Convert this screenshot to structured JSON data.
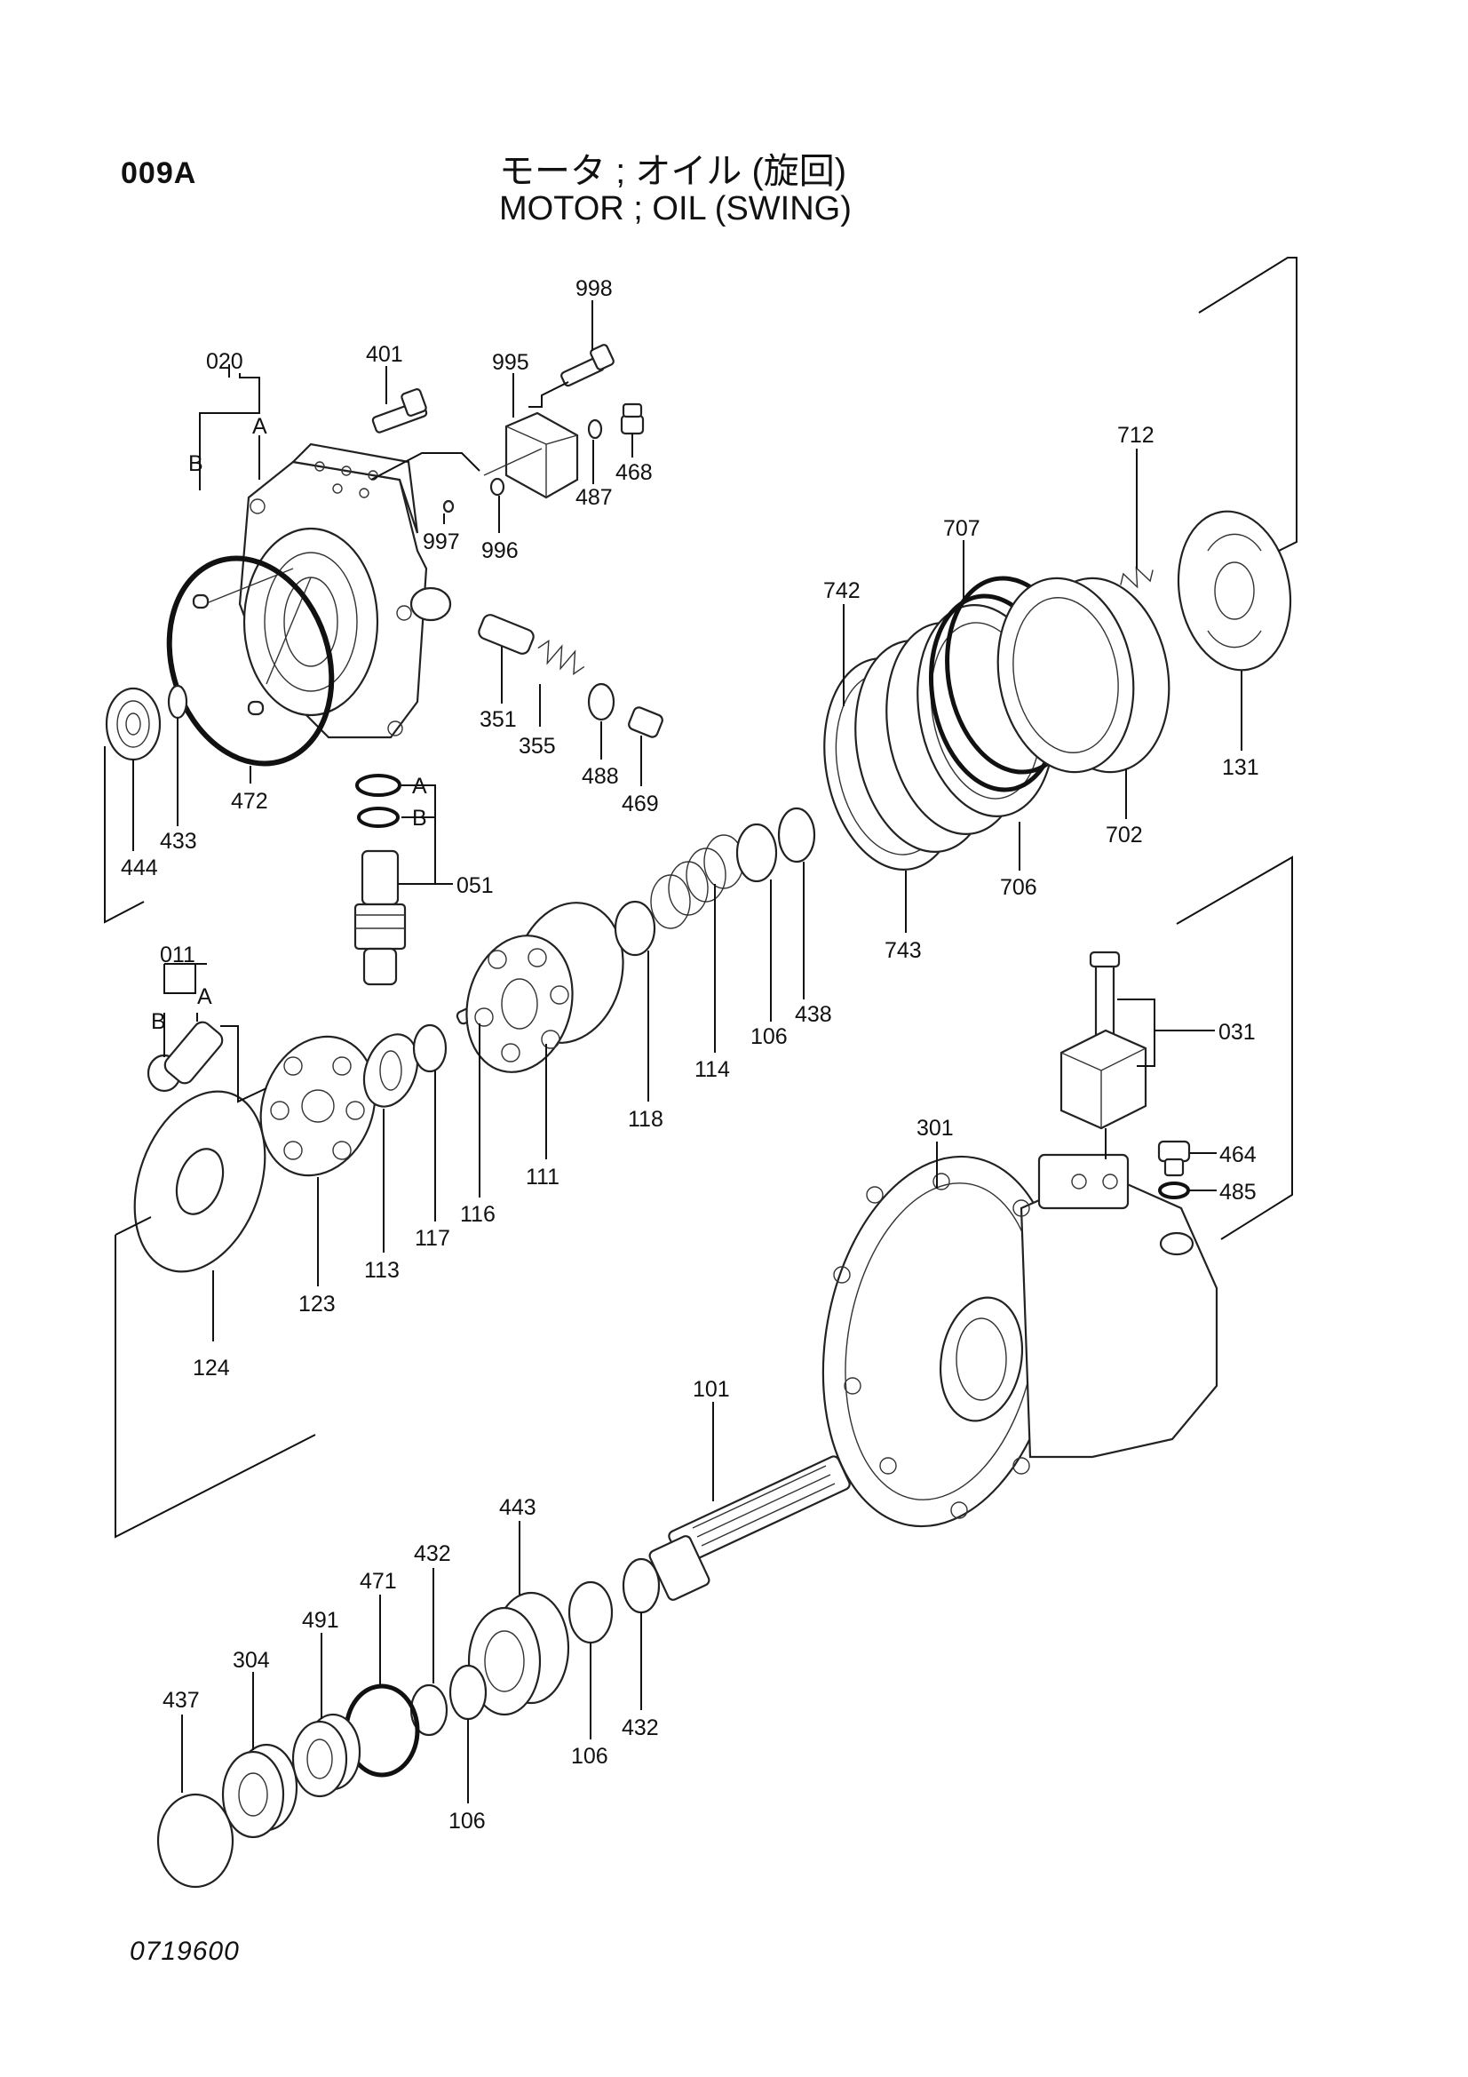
{
  "header": {
    "page_code": "009A",
    "title_jp": "モータ ; オイル (旋回)",
    "title_en": "MOTOR ; OIL (SWING)",
    "drawing_no": "0719600"
  },
  "labels": {
    "p998": "998",
    "p401": "401",
    "p020": "020",
    "p995": "995",
    "p020A": "A",
    "p020B": "B",
    "p468": "468",
    "p487": "487",
    "p997": "997",
    "p996": "996",
    "p712": "712",
    "p707": "707",
    "p742": "742",
    "p351": "351",
    "p355": "355",
    "p488": "488",
    "p469": "469",
    "p472": "472",
    "p433": "433",
    "p444": "444",
    "p131": "131",
    "p702": "702",
    "p706": "706",
    "p743": "743",
    "p051A": "A",
    "p051B": "B",
    "p051": "051",
    "p438": "438",
    "p106a": "106",
    "p114": "114",
    "p118": "118",
    "p011": "011",
    "p011A": "A",
    "p011B": "B",
    "p111": "111",
    "p116": "116",
    "p117": "117",
    "p113": "113",
    "p123": "123",
    "p124": "124",
    "p031": "031",
    "p301": "301",
    "p464": "464",
    "p485": "485",
    "p101": "101",
    "p443": "443",
    "p432a": "432",
    "p471": "471",
    "p491": "491",
    "p304": "304",
    "p437": "437",
    "p106b": "106",
    "p432b": "432",
    "p106c": "106"
  }
}
